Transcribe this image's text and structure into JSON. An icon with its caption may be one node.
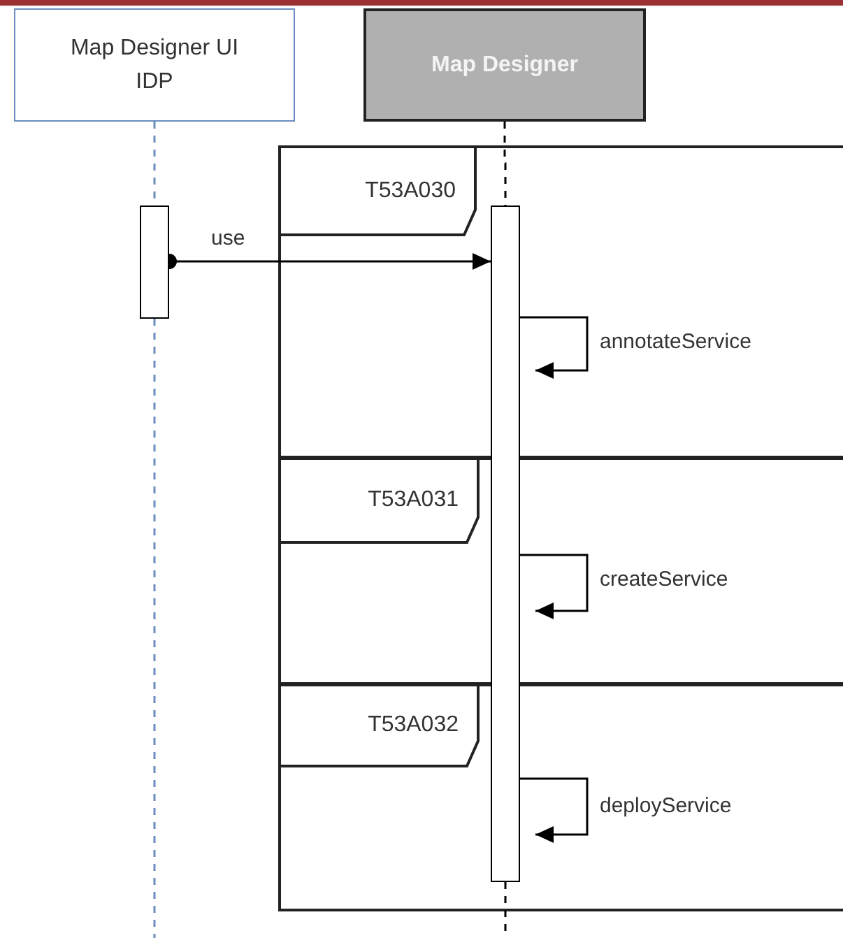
{
  "diagram": {
    "nodes": [
      {
        "text": [
          "Map Designer UI IDP"
        ]
      },
      {
        "text": [
          "Map Designer"
        ]
      },
      {
        "text": [],
        "shape": "bar"
      },
      {
        "text": [],
        "shape": "bar"
      }
    ],
    "edges": [
      {
        "from": 0,
        "to": 2,
        "arrow": "none",
        "style": "dashed",
        "color": "#6c8ebf"
      },
      {
        "from": 2,
        "to": null,
        "arrow": "none",
        "style": "dashed",
        "color": "#6c8ebf"
      },
      {
        "from": 1,
        "to": 3,
        "arrow": "none",
        "style": "dashed"
      },
      {
        "from": 3,
        "to": null,
        "arrow": "none",
        "style": "dashed"
      },
      {
        "from": 2,
        "to": 3,
        "arrow": "to",
        "label": "use"
      },
      {
        "from": 3,
        "to": 3,
        "arrow": "to",
        "label": "annotateService"
      },
      {
        "from": 3,
        "to": 3,
        "arrow": "to",
        "label": "createService"
      },
      {
        "from": 3,
        "to": 3,
        "arrow": "to",
        "label": "deployService"
      }
    ],
    "labels": [
      "T53A030",
      "T53A031",
      "T53A032"
    ]
  }
}
